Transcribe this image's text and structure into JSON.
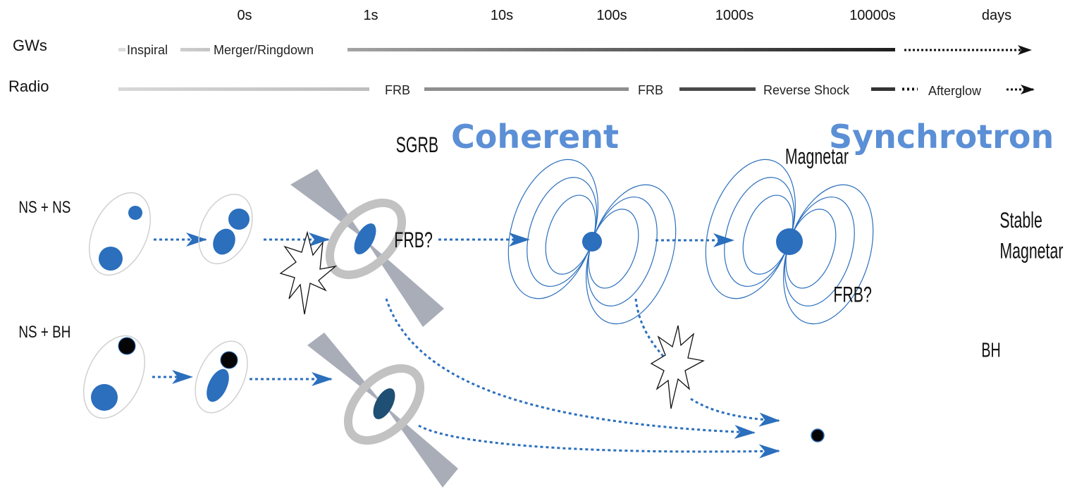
{
  "timeline": {
    "ticks": [
      "0s",
      "1s",
      "10s",
      "100s",
      "1000s",
      "10000s",
      "days"
    ],
    "rows": {
      "gws": {
        "label": "GWs",
        "segments": [
          "Inspiral",
          "Merger/Ringdown"
        ]
      },
      "radio": {
        "label": "Radio",
        "segments": [
          "FRB",
          "FRB",
          "Reverse Shock",
          "Afterglow"
        ]
      }
    }
  },
  "regimes": {
    "coherent": "Coherent",
    "synchrotron": "Synchrotron",
    "color": "#5b8fd6"
  },
  "scenarios": {
    "ns_ns": "NS + NS",
    "ns_bh": "NS + BH"
  },
  "annotations": {
    "sgrb": "SGRB",
    "frb_q1": "FRB?",
    "frb_q2": "FRB?",
    "magnetar": "Magnetar",
    "stable_line1": "Stable",
    "stable_line2": "Magnetar",
    "bh": "BH"
  },
  "colors": {
    "ns_blue": "#2b6fbd",
    "ns_dark": "#1f4f73",
    "arrow": "#2b6fbd",
    "jet": "#a9adb8",
    "disk": "#bdbdbd",
    "field": "#2b6fbd"
  }
}
